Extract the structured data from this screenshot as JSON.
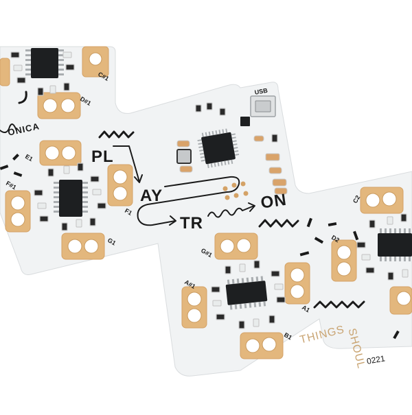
{
  "image": {
    "subject": "White modular PCB board with gold plated pad pairs, ICs, SMD LEDs and silkscreen text",
    "colors": {
      "background": "#ffffff",
      "board": "#f1f3f4",
      "pad_gold": "#e3b77d",
      "silkscreen": "#1a1a1a",
      "gold_text": "#c9a472"
    }
  },
  "silkscreen": {
    "brand_fragment": "ONICA",
    "word_play_part1": "PL",
    "word_play_part2": "AY",
    "word_tron_part1": "TR",
    "word_tron_part2": "ON",
    "usb_label": "USB",
    "gold_text_1": "THINGS",
    "gold_text_2": "SHOUL",
    "serial_fragment": "0221"
  },
  "pad_labels": [
    "C#1",
    "D#1",
    "E1",
    "F#1",
    "F1",
    "G1",
    "G#1",
    "A#1",
    "A1",
    "B1",
    "C2",
    "D2"
  ]
}
